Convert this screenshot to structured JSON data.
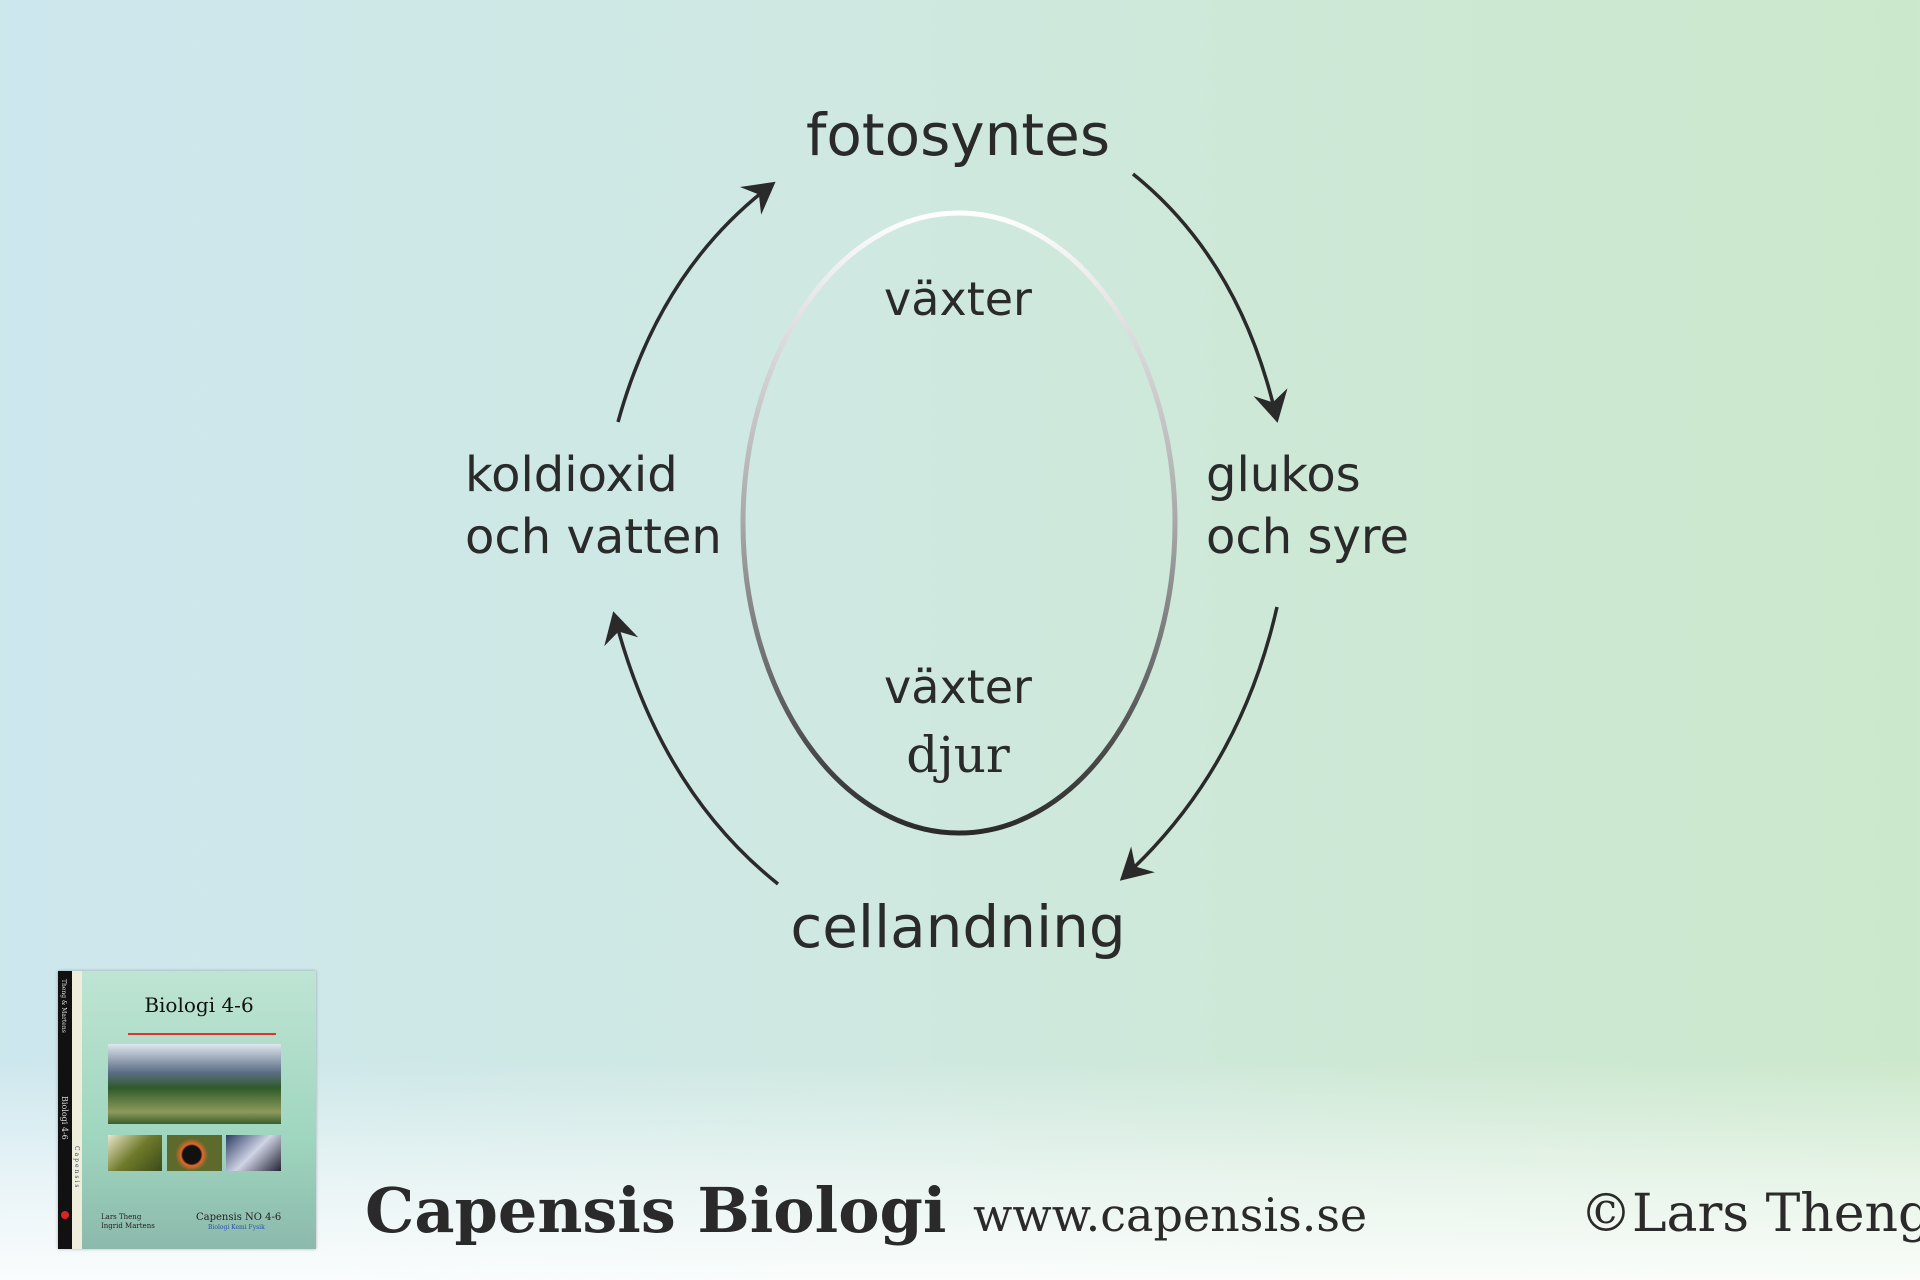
{
  "diagram": {
    "top": "fotosyntes",
    "bottom": "cellandning",
    "left": [
      "koldioxid",
      "och vatten"
    ],
    "right": [
      "glukos",
      "och syre"
    ],
    "inner_top": "växter",
    "inner_bottom": [
      "växter",
      "djur"
    ]
  },
  "book_cover": {
    "title": "Biologi 4-6",
    "spine_authors": "Theng & Martens",
    "spine_title": "Biologi 4-6",
    "spine_publisher": "Capensis",
    "authors": [
      "Lars Theng",
      "Ingrid Martens"
    ],
    "series": "Capensis NO 4-6",
    "subjects": "Biologi Kemi Fysik"
  },
  "footer": {
    "brand": "Capensis Biologi",
    "url": "www.capensis.se",
    "copyright": "©Lars Theng"
  }
}
